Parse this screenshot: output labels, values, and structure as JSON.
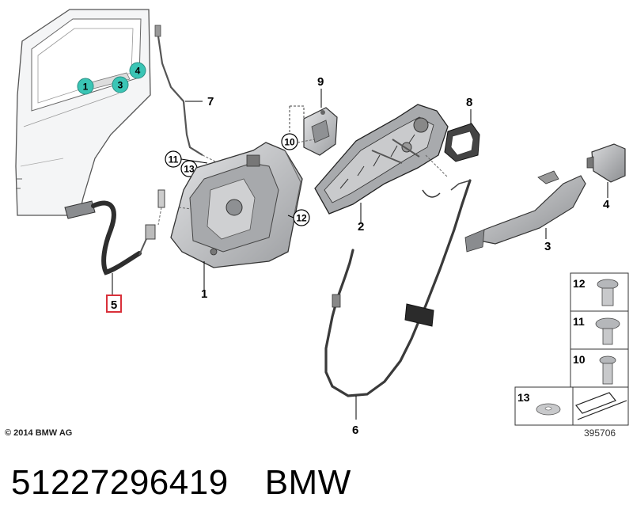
{
  "parts": {
    "p1": "1",
    "p2": "2",
    "p3": "3",
    "p4": "4",
    "p5": "5",
    "p6": "6",
    "p7": "7",
    "p8": "8",
    "p9": "9"
  },
  "callouts": {
    "c10": "10",
    "c11": "11",
    "c12": "12",
    "c13": "13"
  },
  "door_markers": {
    "m1": "1",
    "m3": "3",
    "m4": "4"
  },
  "legend": {
    "items": [
      "12",
      "11",
      "10",
      "13"
    ]
  },
  "copyright": "© 2014 BMW AG",
  "drawing_number": "395706",
  "caption": {
    "part_number": "51227296419",
    "brand": "BMW"
  },
  "colors": {
    "teal": "#3ac5b5",
    "highlight_box": "#d9303a",
    "part_fill": "#b9babd"
  }
}
